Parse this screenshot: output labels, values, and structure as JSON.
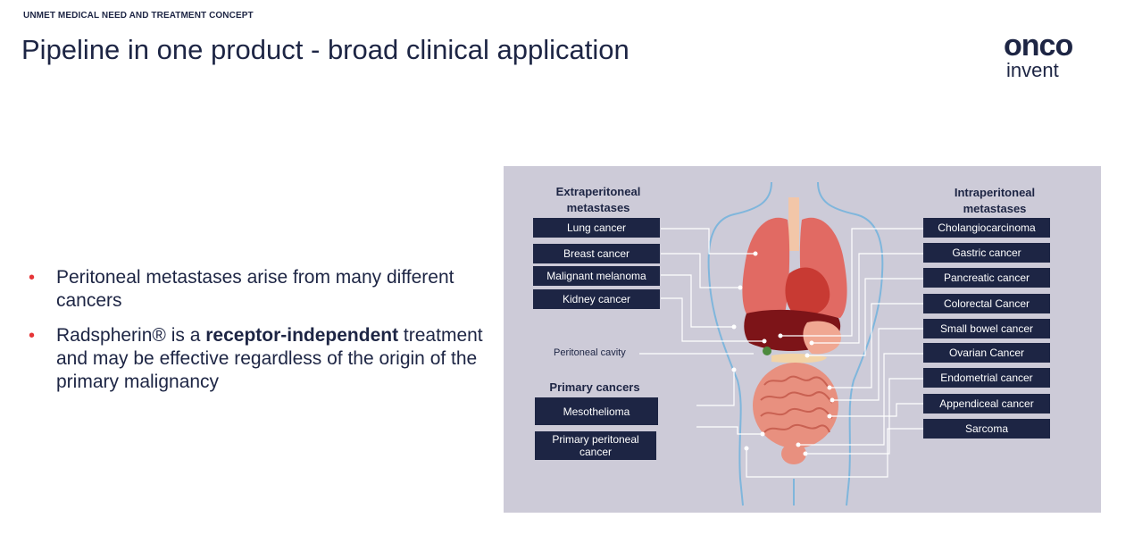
{
  "header": {
    "section_label": "UNMET MEDICAL NEED AND TREATMENT CONCEPT",
    "title": "Pipeline in one product - broad clinical application"
  },
  "logo": {
    "top": "onco",
    "bottom": "invent"
  },
  "bullets": [
    {
      "text": "Peritoneal metastases arise from many different cancers"
    },
    {
      "prefix": "Radspherin® is a ",
      "bold": "receptor-independent",
      "suffix": " treatment and may be effective regardless of the origin of the primary malignancy"
    }
  ],
  "diagram": {
    "extraperitoneal": {
      "heading": "Extraperitoneal metastases",
      "items": [
        "Lung cancer",
        "Breast cancer",
        "Malignant melanoma",
        "Kidney cancer"
      ]
    },
    "peritoneal_cavity": "Peritoneal cavity",
    "primary": {
      "heading": "Primary cancers",
      "items": [
        "Mesothelioma",
        "Primary peritoneal cancer"
      ]
    },
    "intraperitoneal": {
      "heading": "Intraperitoneal metastases",
      "items": [
        "Cholangiocarcinoma",
        "Gastric cancer",
        "Pancreatic cancer",
        "Colorectal Cancer",
        "Small bowel cancer",
        "Ovarian Cancer",
        "Endometrial cancer",
        "Appendiceal cancer",
        "Sarcoma"
      ]
    }
  },
  "colors": {
    "navy": "#1d2544",
    "accent_red": "#e63638",
    "panel": "#cdcbd8"
  }
}
